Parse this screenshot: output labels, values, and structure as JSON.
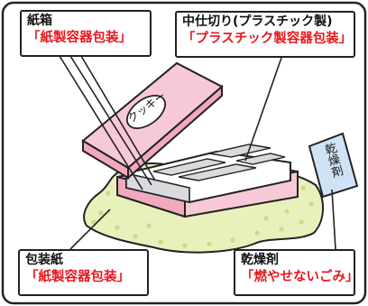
{
  "callouts": {
    "paper_box": {
      "label": "紙箱",
      "category": "「紙製容器包装」"
    },
    "divider": {
      "label": "中仕切り(プラスチック製)",
      "category": "「プラスチック製容器包装」"
    },
    "wrapping": {
      "label": "包装紙",
      "category": "「紙製容器包装」"
    },
    "desiccant": {
      "label": "乾燥剤",
      "category": "「燃やせないごみ」"
    }
  },
  "lid_text": "クッキー",
  "desiccant_packet_text": "乾燥剤",
  "colors": {
    "frame": "#222222",
    "category_red": "#e8171e",
    "box_pink": "#f7c9d6",
    "box_pink_dark": "#f0a9bd",
    "tray_white": "#ffffff",
    "tray_shade": "#d9d9de",
    "paper_green": "#e8f0bb",
    "paper_dots": "#c9db88",
    "packet_blue": "#cfe3f6"
  }
}
